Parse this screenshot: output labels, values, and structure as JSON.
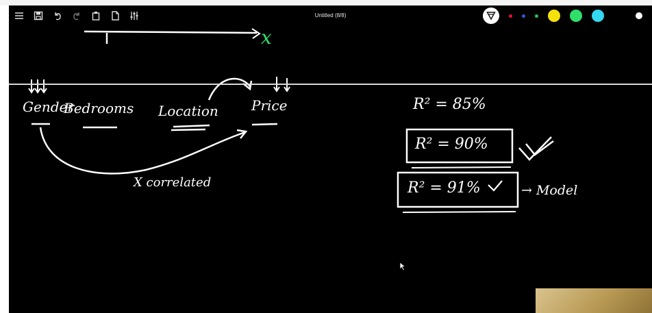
{
  "window": {
    "title": "Untitled (8/8)"
  },
  "toolbar": {
    "buttons": [
      {
        "name": "menu-icon"
      },
      {
        "name": "save-icon"
      },
      {
        "name": "undo-icon"
      },
      {
        "name": "redo-icon"
      },
      {
        "name": "clipboard-icon"
      },
      {
        "name": "new-page-icon"
      },
      {
        "name": "settings-sliders-icon"
      }
    ],
    "colors": [
      "#e8112d",
      "#2f5bd8",
      "#2fbf4f",
      "#f5e10a",
      "#2ee06a",
      "#33d9f2",
      "#000000",
      "#ffffff"
    ]
  },
  "whiteboard": {
    "x_label": "x",
    "features": [
      "Gender",
      "Bedrooms",
      "Location",
      "Price"
    ],
    "annotation": "X correlated",
    "r2_values": [
      "R² = 85%",
      "R² = 90%",
      "R² = 91%"
    ],
    "result_label": "→ Model"
  }
}
